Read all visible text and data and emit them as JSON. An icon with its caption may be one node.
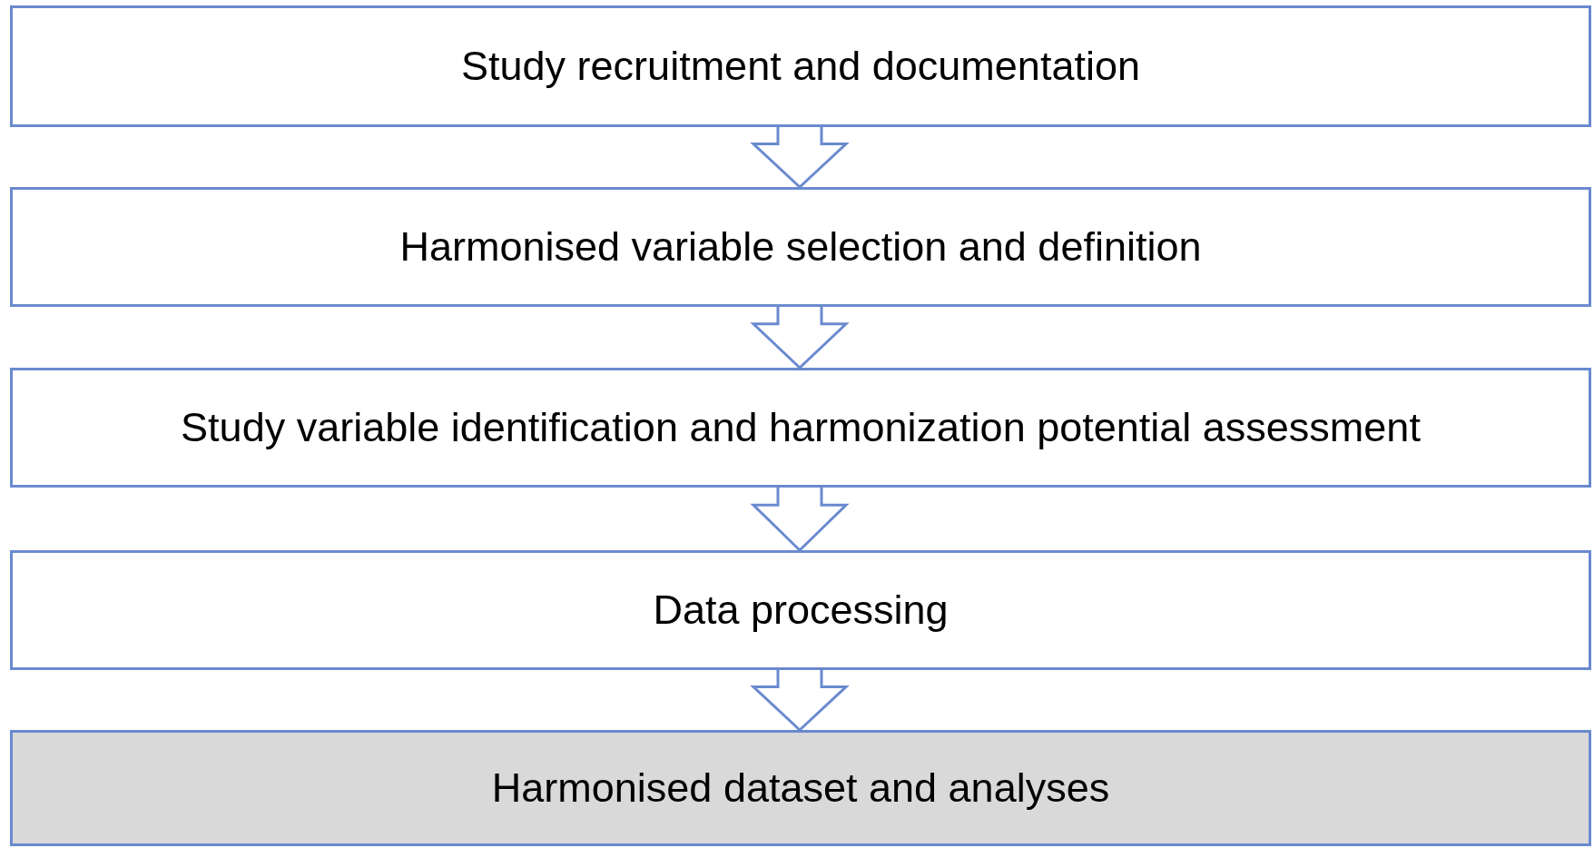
{
  "diagram": {
    "nodes": [
      {
        "text": [
          "Study recruitment and documentation"
        ]
      },
      {
        "text": [
          "Harmonised variable selection and definition"
        ]
      },
      {
        "text": [
          "Study variable identification and harmonization potential assessment"
        ]
      },
      {
        "text": [
          "Data processing"
        ]
      },
      {
        "text": [
          "Harmonised dataset and analyses"
        ]
      }
    ],
    "edges": [
      {
        "from": 0,
        "to": 1,
        "arrow": "to"
      },
      {
        "from": 1,
        "to": 2,
        "arrow": "to"
      },
      {
        "from": 2,
        "to": 3,
        "arrow": "to"
      },
      {
        "from": 3,
        "to": 4,
        "arrow": "to"
      }
    ]
  }
}
